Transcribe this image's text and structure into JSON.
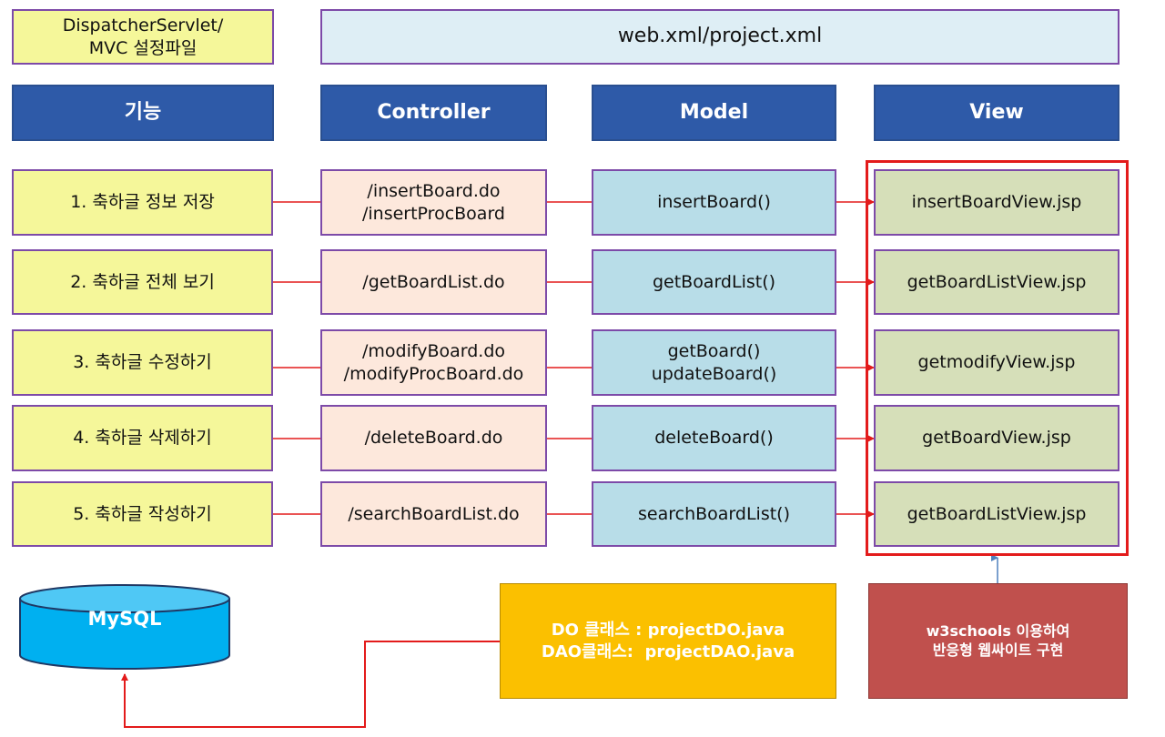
{
  "top": {
    "dispatcher_line1": "DispatcherServlet/",
    "dispatcher_line2": "MVC 설정파일",
    "config": "web.xml/project.xml"
  },
  "headers": {
    "feature": "기능",
    "controller": "Controller",
    "model": "Model",
    "view": "View"
  },
  "rows": [
    {
      "feature": "1. 축하글 정보 저장",
      "controller": [
        "/insertBoard.do",
        "/insertProcBoard"
      ],
      "model": [
        "insertBoard()"
      ],
      "view": "insertBoardView.jsp"
    },
    {
      "feature": "2. 축하글 전체 보기",
      "controller": [
        "/getBoardList.do"
      ],
      "model": [
        "getBoardList()"
      ],
      "view": "getBoardListView.jsp"
    },
    {
      "feature": "3. 축하글 수정하기",
      "controller": [
        "/modifyBoard.do",
        "/modifyProcBoard.do"
      ],
      "model": [
        "getBoard()",
        "updateBoard()"
      ],
      "view": "getmodifyView.jsp"
    },
    {
      "feature": "4. 축하글 삭제하기",
      "controller": [
        "/deleteBoard.do"
      ],
      "model": [
        "deleteBoard()"
      ],
      "view": "getBoardView.jsp"
    },
    {
      "feature": "5. 축하글 작성하기",
      "controller": [
        "/searchBoardList.do"
      ],
      "model": [
        "searchBoardList()"
      ],
      "view": "getBoardListView.jsp"
    }
  ],
  "bottom": {
    "database": "MySQL",
    "dao_line1": "DO 클래스 : projectDO.java",
    "dao_line2": "DAO클래스:  projectDAO.java",
    "w3_line1": "w3schools 이용하여",
    "w3_line2": "반응형 웹싸이트 구현"
  },
  "colors": {
    "header": "#2e5aa8",
    "feature": "#f5f79a",
    "controller": "#fde8dc",
    "model": "#b8dde8",
    "view": "#d6dfb9",
    "connector": "#e31b1b",
    "dao": "#fbc000",
    "w3": "#c0504d",
    "database": "#00b0f0"
  }
}
